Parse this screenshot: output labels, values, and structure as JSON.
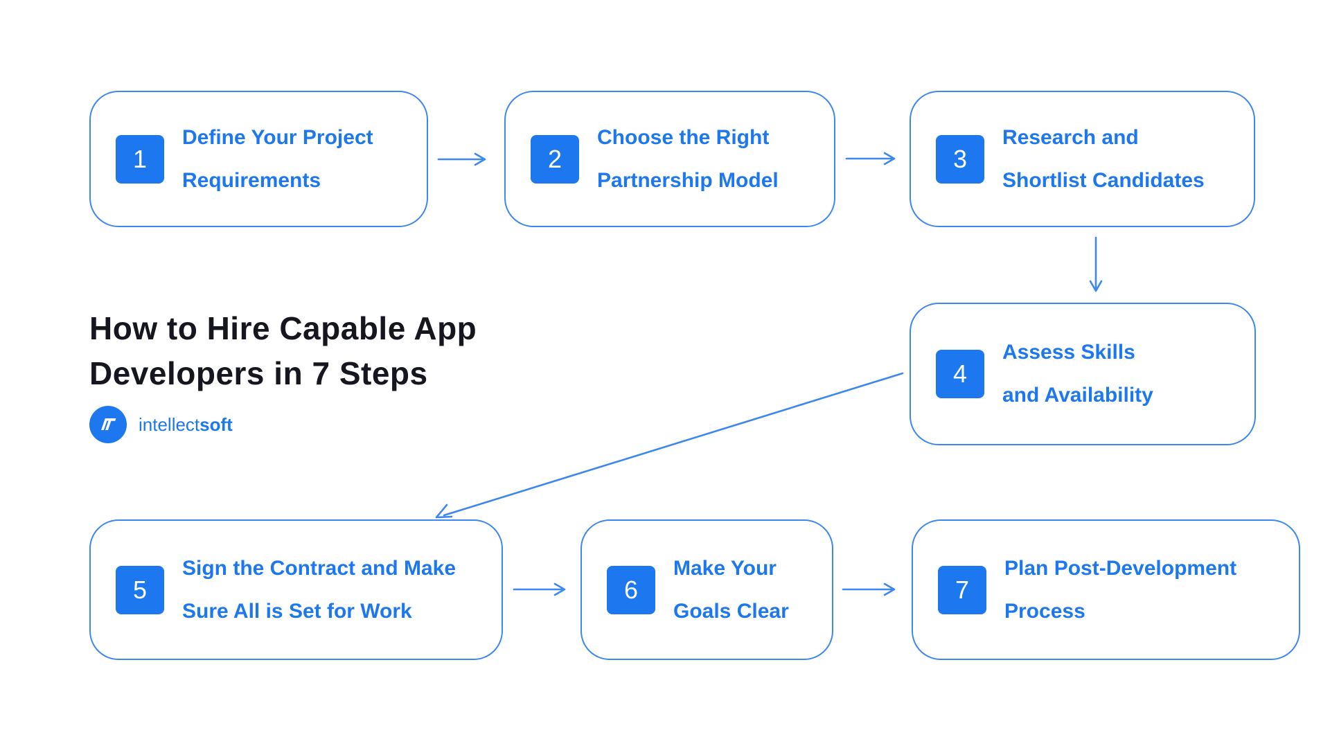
{
  "colors": {
    "accent": "#1d78f0",
    "border": "#3d87f0",
    "arrow": "#3d87f0",
    "title-color": "#15161e",
    "tile-text": "#ffffff",
    "background": "#ffffff"
  },
  "title": {
    "line1": "How to Hire Capable App",
    "line2": "Developers in 7 Steps"
  },
  "logo": {
    "brand_regular": "intellect",
    "brand_bold": "soft"
  },
  "steps": [
    {
      "number": "1",
      "line1": "Define Your Project",
      "line2": "Requirements"
    },
    {
      "number": "2",
      "line1": "Choose the Right",
      "line2": "Partnership Model"
    },
    {
      "number": "3",
      "line1": "Research and",
      "line2": "Shortlist Candidates"
    },
    {
      "number": "4",
      "line1": "Assess Skills",
      "line2": "and Availability"
    },
    {
      "number": "5",
      "line1": "Sign the Contract and Make",
      "line2": "Sure All is Set for Work"
    },
    {
      "number": "6",
      "line1": "Make Your",
      "line2": "Goals Clear"
    },
    {
      "number": "7",
      "line1": "Plan Post-Development",
      "line2": "Process"
    }
  ]
}
